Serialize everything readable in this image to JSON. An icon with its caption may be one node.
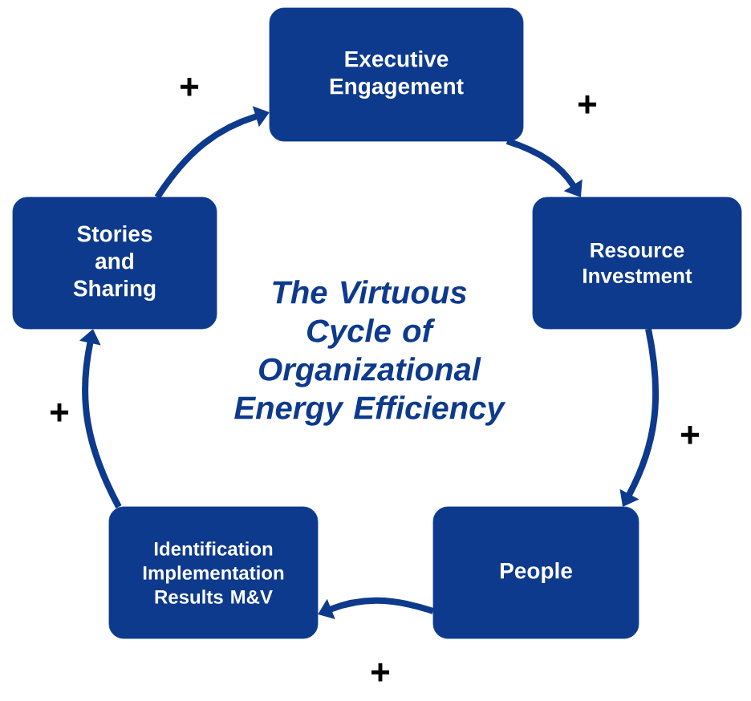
{
  "diagram": {
    "title": "The Virtuous Cycle of Organizational Energy Efficiency",
    "nodes": [
      {
        "text": [
          "Executive Engagement"
        ]
      },
      {
        "text": [
          "Resource Investment"
        ]
      },
      {
        "text": [
          "People"
        ]
      },
      {
        "text": [
          "Identification Implementation Results M&V"
        ]
      },
      {
        "text": [
          "Stories and Sharing"
        ]
      }
    ],
    "edges": [
      {
        "from": 0,
        "to": 1,
        "arrow": "to",
        "label": "+"
      },
      {
        "from": 1,
        "to": 2,
        "arrow": "to",
        "label": "+"
      },
      {
        "from": 2,
        "to": 3,
        "arrow": "to",
        "label": "+"
      },
      {
        "from": 3,
        "to": 4,
        "arrow": "to",
        "label": "+"
      },
      {
        "from": 4,
        "to": 0,
        "arrow": "to",
        "label": "+"
      }
    ]
  }
}
